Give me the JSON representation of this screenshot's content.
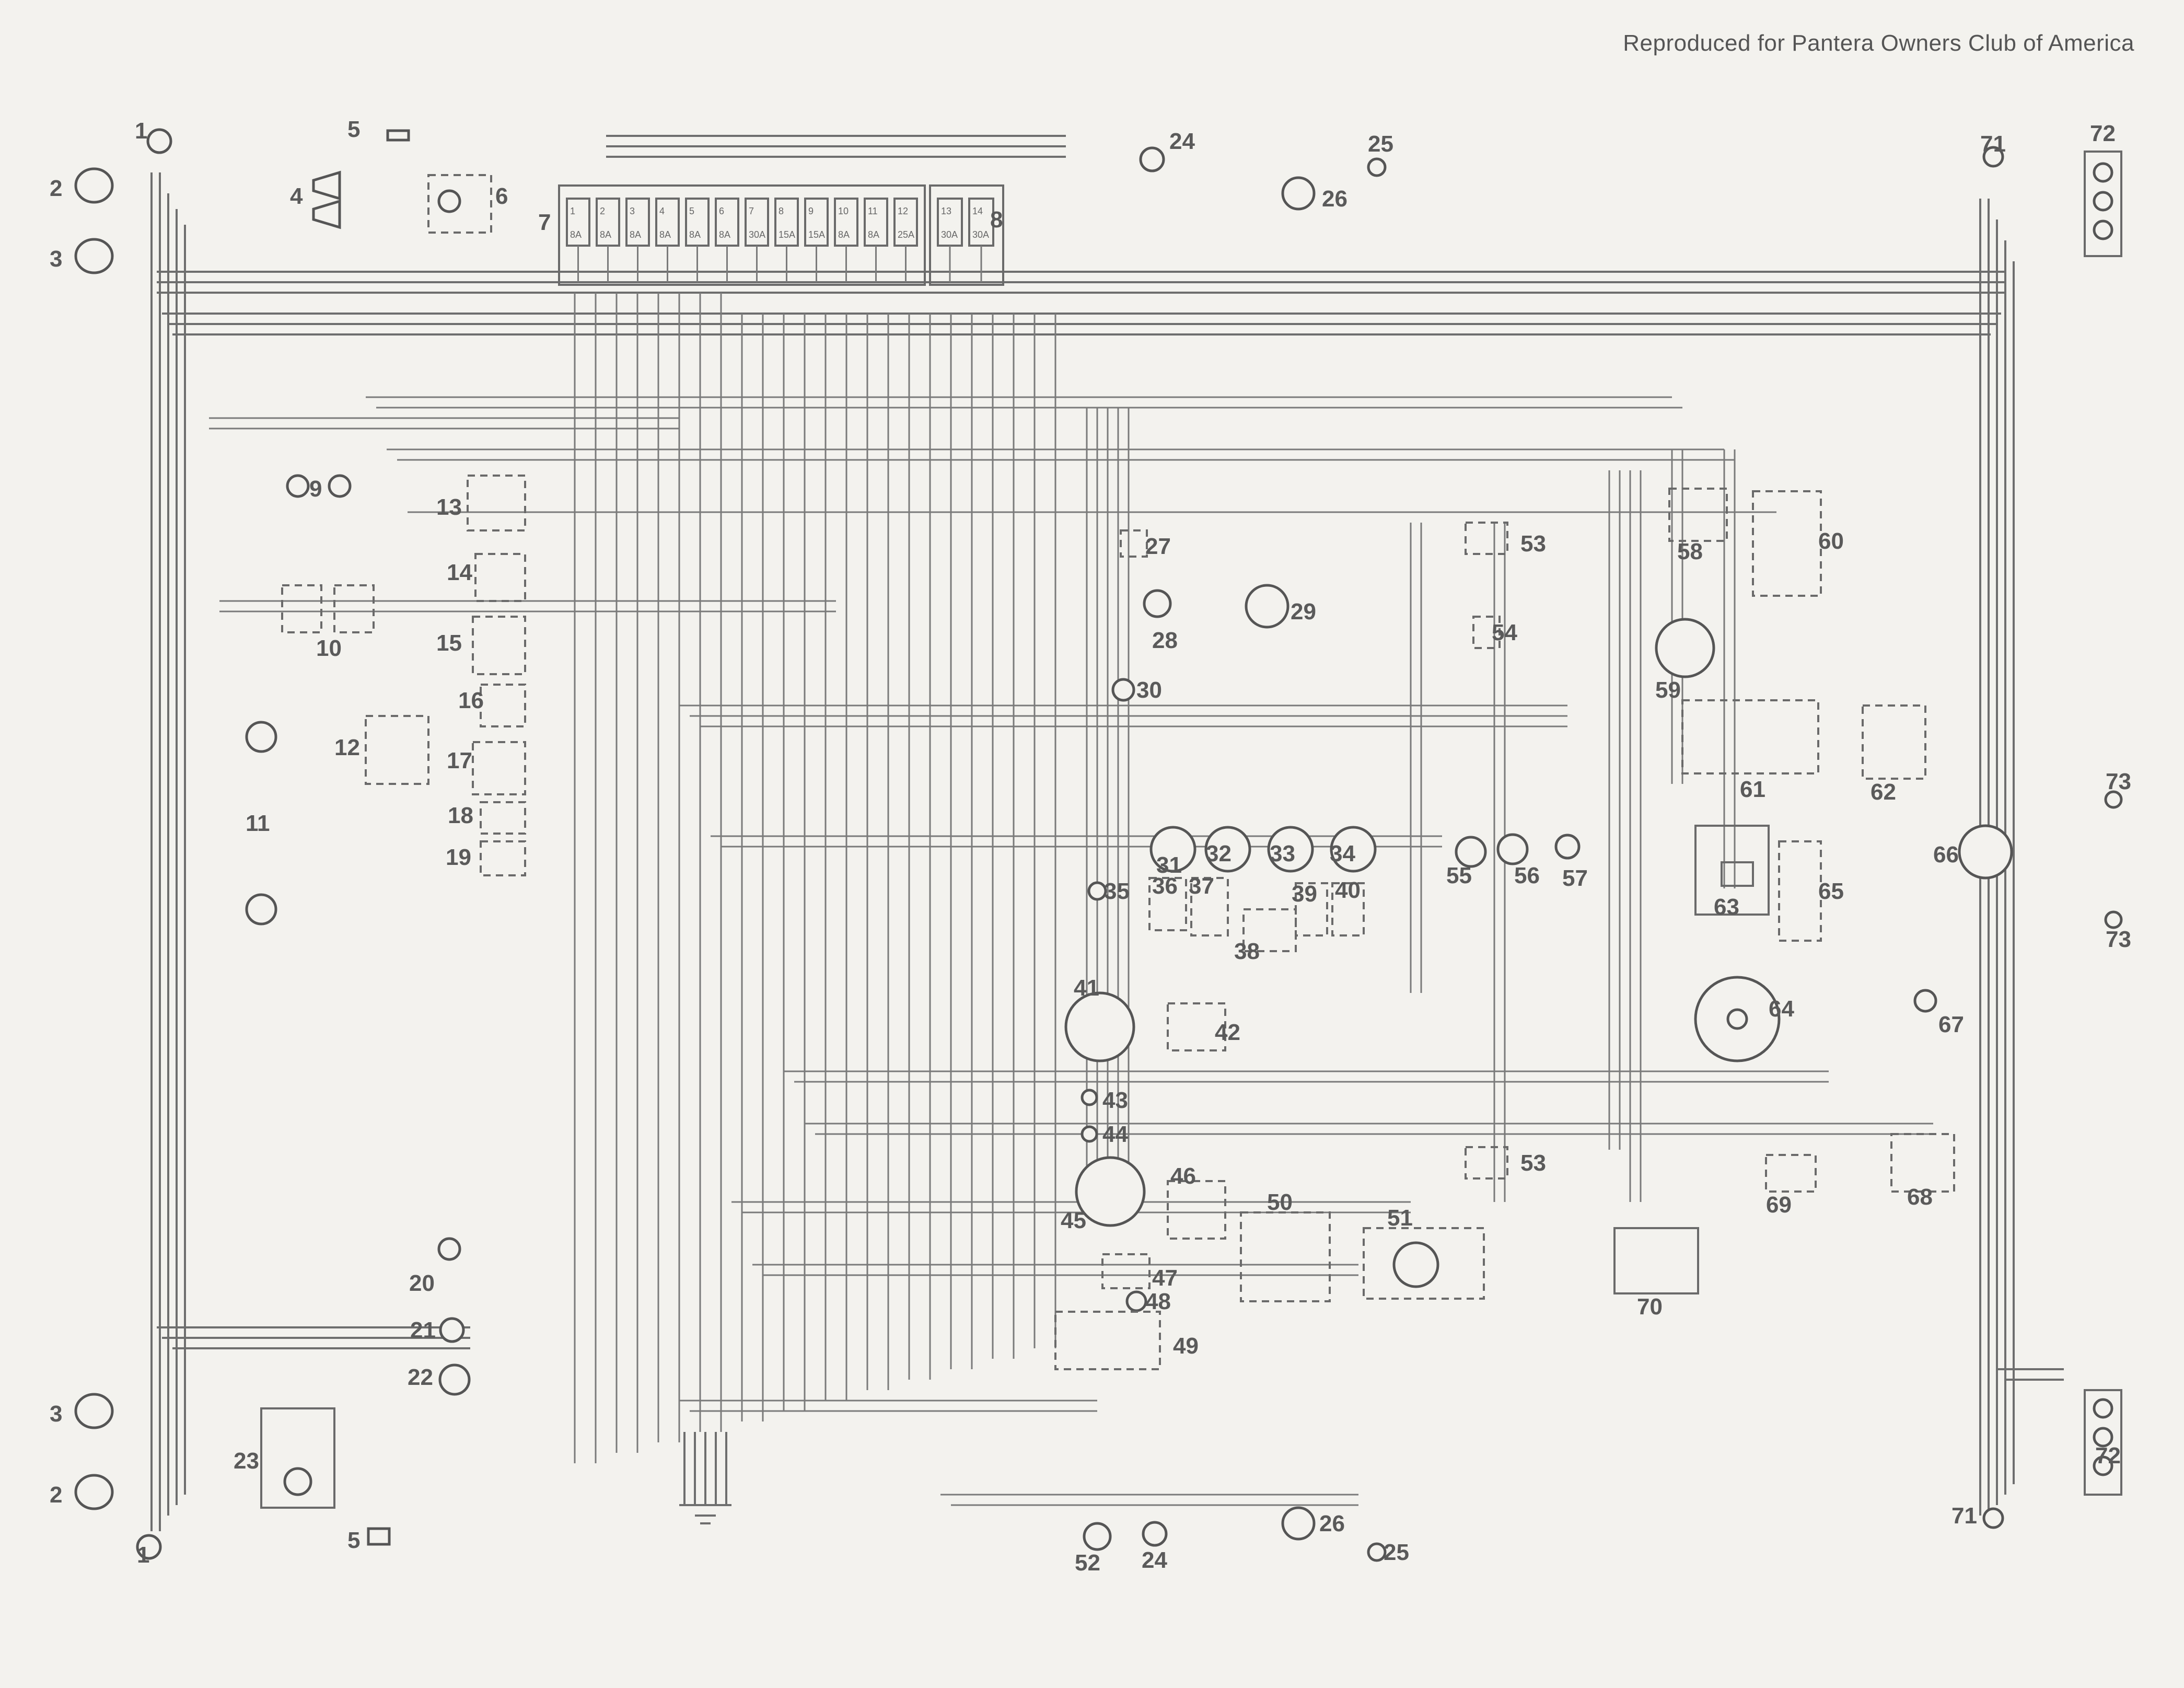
{
  "header": {
    "credit": "Reproduced for Pantera Owners Club of America"
  },
  "fuse_box": {
    "left_fuses": [
      "1",
      "2",
      "3",
      "4",
      "5",
      "6",
      "7",
      "8",
      "9",
      "10",
      "11",
      "12"
    ],
    "left_ratings": [
      "8A",
      "8A",
      "8A",
      "8A",
      "8A",
      "8A",
      "30A",
      "15A",
      "15A",
      "8A",
      "8A",
      "25A"
    ],
    "right_fuses": [
      "13",
      "14"
    ],
    "right_ratings": [
      "30A",
      "30A"
    ]
  },
  "components": [
    {
      "id": "c1a",
      "label": "1"
    },
    {
      "id": "c1b",
      "label": "1"
    },
    {
      "id": "c2a",
      "label": "2"
    },
    {
      "id": "c2b",
      "label": "2"
    },
    {
      "id": "c3a",
      "label": "3"
    },
    {
      "id": "c3b",
      "label": "3"
    },
    {
      "id": "c4",
      "label": "4"
    },
    {
      "id": "c5a",
      "label": "5"
    },
    {
      "id": "c5b",
      "label": "5"
    },
    {
      "id": "c6",
      "label": "6"
    },
    {
      "id": "c7",
      "label": "7"
    },
    {
      "id": "c8",
      "label": "8"
    },
    {
      "id": "c9",
      "label": "9"
    },
    {
      "id": "c10",
      "label": "10"
    },
    {
      "id": "c11",
      "label": "11"
    },
    {
      "id": "c12",
      "label": "12"
    },
    {
      "id": "c13",
      "label": "13"
    },
    {
      "id": "c14",
      "label": "14"
    },
    {
      "id": "c15",
      "label": "15"
    },
    {
      "id": "c16",
      "label": "16"
    },
    {
      "id": "c17",
      "label": "17"
    },
    {
      "id": "c18",
      "label": "18"
    },
    {
      "id": "c19",
      "label": "19"
    },
    {
      "id": "c20",
      "label": "20"
    },
    {
      "id": "c21",
      "label": "21"
    },
    {
      "id": "c22",
      "label": "22"
    },
    {
      "id": "c23",
      "label": "23"
    },
    {
      "id": "c24a",
      "label": "24"
    },
    {
      "id": "c24b",
      "label": "24"
    },
    {
      "id": "c25a",
      "label": "25"
    },
    {
      "id": "c25b",
      "label": "25"
    },
    {
      "id": "c26a",
      "label": "26"
    },
    {
      "id": "c26b",
      "label": "26"
    },
    {
      "id": "c27",
      "label": "27"
    },
    {
      "id": "c28",
      "label": "28"
    },
    {
      "id": "c29",
      "label": "29"
    },
    {
      "id": "c30",
      "label": "30"
    },
    {
      "id": "c31",
      "label": "31"
    },
    {
      "id": "c32",
      "label": "32"
    },
    {
      "id": "c33",
      "label": "33"
    },
    {
      "id": "c34",
      "label": "34"
    },
    {
      "id": "c35",
      "label": "35"
    },
    {
      "id": "c36",
      "label": "36"
    },
    {
      "id": "c37",
      "label": "37"
    },
    {
      "id": "c38",
      "label": "38"
    },
    {
      "id": "c39",
      "label": "39"
    },
    {
      "id": "c40",
      "label": "40"
    },
    {
      "id": "c41",
      "label": "41"
    },
    {
      "id": "c42",
      "label": "42"
    },
    {
      "id": "c43",
      "label": "43"
    },
    {
      "id": "c44",
      "label": "44"
    },
    {
      "id": "c45",
      "label": "45"
    },
    {
      "id": "c46",
      "label": "46"
    },
    {
      "id": "c47",
      "label": "47"
    },
    {
      "id": "c48",
      "label": "48"
    },
    {
      "id": "c49",
      "label": "49"
    },
    {
      "id": "c50",
      "label": "50"
    },
    {
      "id": "c51",
      "label": "51"
    },
    {
      "id": "c52",
      "label": "52"
    },
    {
      "id": "c53a",
      "label": "53"
    },
    {
      "id": "c53b",
      "label": "53"
    },
    {
      "id": "c54",
      "label": "54"
    },
    {
      "id": "c55",
      "label": "55"
    },
    {
      "id": "c56",
      "label": "56"
    },
    {
      "id": "c57",
      "label": "57"
    },
    {
      "id": "c58",
      "label": "58"
    },
    {
      "id": "c59",
      "label": "59"
    },
    {
      "id": "c60",
      "label": "60"
    },
    {
      "id": "c61",
      "label": "61"
    },
    {
      "id": "c62",
      "label": "62"
    },
    {
      "id": "c63",
      "label": "63"
    },
    {
      "id": "c64",
      "label": "64"
    },
    {
      "id": "c65",
      "label": "65"
    },
    {
      "id": "c66",
      "label": "66"
    },
    {
      "id": "c67",
      "label": "67"
    },
    {
      "id": "c68",
      "label": "68"
    },
    {
      "id": "c69",
      "label": "69"
    },
    {
      "id": "c70",
      "label": "70"
    },
    {
      "id": "c71a",
      "label": "71"
    },
    {
      "id": "c71b",
      "label": "71"
    },
    {
      "id": "c72a",
      "label": "72"
    },
    {
      "id": "c72b",
      "label": "72"
    },
    {
      "id": "c73a",
      "label": "73"
    },
    {
      "id": "c73b",
      "label": "73"
    }
  ]
}
